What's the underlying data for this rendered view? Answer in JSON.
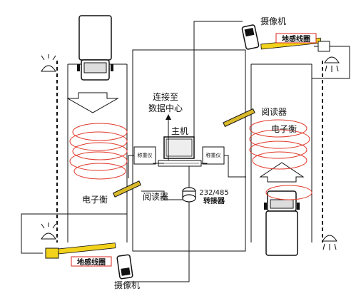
{
  "colors": {
    "line": "#111111",
    "coil": "#e0392b",
    "barrier_yellow": "#f2d21b",
    "reader_yellow": "#d9b92a",
    "sensor_label_red": "#d9251c"
  },
  "labels": {
    "camera_top": "摄像机",
    "camera_bottom": "摄像机",
    "loop_sensor_top": "地感线圈",
    "loop_sensor_bottom": "地感线圈",
    "connect_line1": "连接至",
    "connect_line2": "数据中心",
    "host": "主机",
    "reader_left": "阅读器",
    "reader_right": "阅读器",
    "e_tag_left": "电子衡",
    "e_tag_right": "电子衡",
    "weigh_display_left": "称重仪",
    "weigh_display_right": "称重仪",
    "converter_line1": "232/485",
    "converter_line2": "转接器"
  },
  "icons": {
    "camera": "cctv-camera-icon",
    "light": "traffic-light-icon",
    "truck": "truck-icon",
    "computer": "computer-icon",
    "converter": "converter-icon"
  }
}
